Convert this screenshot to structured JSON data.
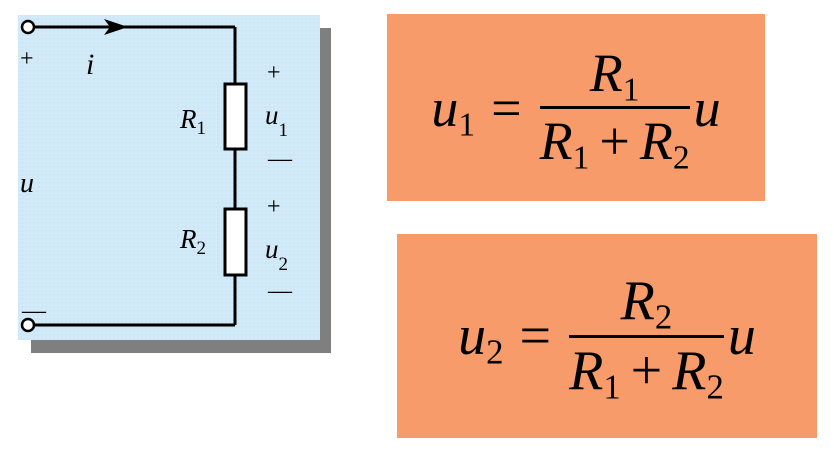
{
  "circuit": {
    "top_left_polarity": "+",
    "bottom_left_polarity": "—",
    "current_label": "i",
    "source_voltage_label": "u",
    "r1": {
      "name": "R",
      "sub": "1"
    },
    "r2": {
      "name": "R",
      "sub": "2"
    },
    "u1": {
      "name": "u",
      "sub": "1",
      "plus": "+",
      "minus": "—"
    },
    "u2": {
      "name": "u",
      "sub": "2",
      "plus": "+",
      "minus": "—"
    }
  },
  "formula1": {
    "lhs": "u",
    "lhs_sub": "1",
    "equals": "=",
    "num_var": "R",
    "num_sub": "1",
    "den_a": "R",
    "den_a_sub": "1",
    "den_op": "+",
    "den_b": "R",
    "den_b_sub": "2",
    "factor": "u"
  },
  "formula2": {
    "lhs": "u",
    "lhs_sub": "2",
    "equals": "=",
    "num_var": "R",
    "num_sub": "2",
    "den_a": "R",
    "den_a_sub": "1",
    "den_op": "+",
    "den_b": "R",
    "den_b_sub": "2",
    "factor": "u"
  },
  "colors": {
    "panel": "#cfe8f7",
    "formula_box": "#f79b6b",
    "shadow": "#7f7f7f",
    "wire": "#000000"
  }
}
